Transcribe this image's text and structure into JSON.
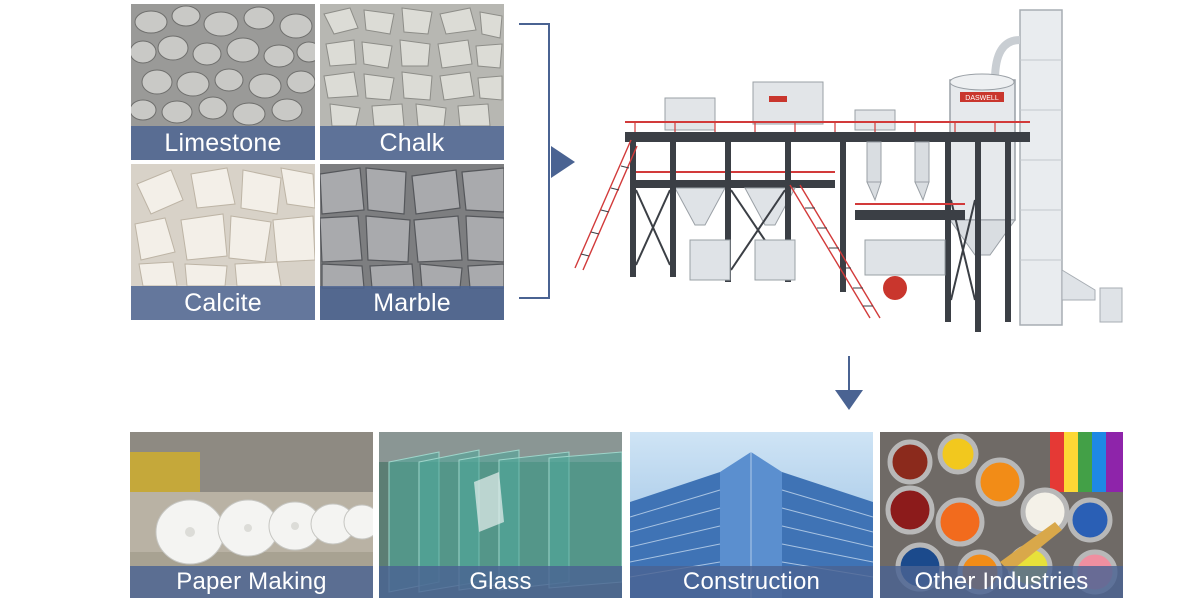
{
  "raw_materials": [
    {
      "label": "Limestone",
      "icon": "limestone-image"
    },
    {
      "label": "Chalk",
      "icon": "chalk-image"
    },
    {
      "label": "Calcite",
      "icon": "calcite-image"
    },
    {
      "label": "Marble",
      "icon": "marble-image"
    }
  ],
  "machine": {
    "brand": "DASWELL",
    "icon": "grinding-mill-plant-illustration"
  },
  "applications": [
    {
      "label": "Paper Making",
      "icon": "paper-rolls-image"
    },
    {
      "label": "Glass",
      "icon": "glass-panes-image"
    },
    {
      "label": "Construction",
      "icon": "skyscraper-image"
    },
    {
      "label": "Other Industries",
      "icon": "paint-cans-image"
    }
  ],
  "colors": {
    "accent": "#4a6392",
    "label_band": "#4a6392",
    "steel": "#3b3f45",
    "rail": "#d23a3a"
  }
}
